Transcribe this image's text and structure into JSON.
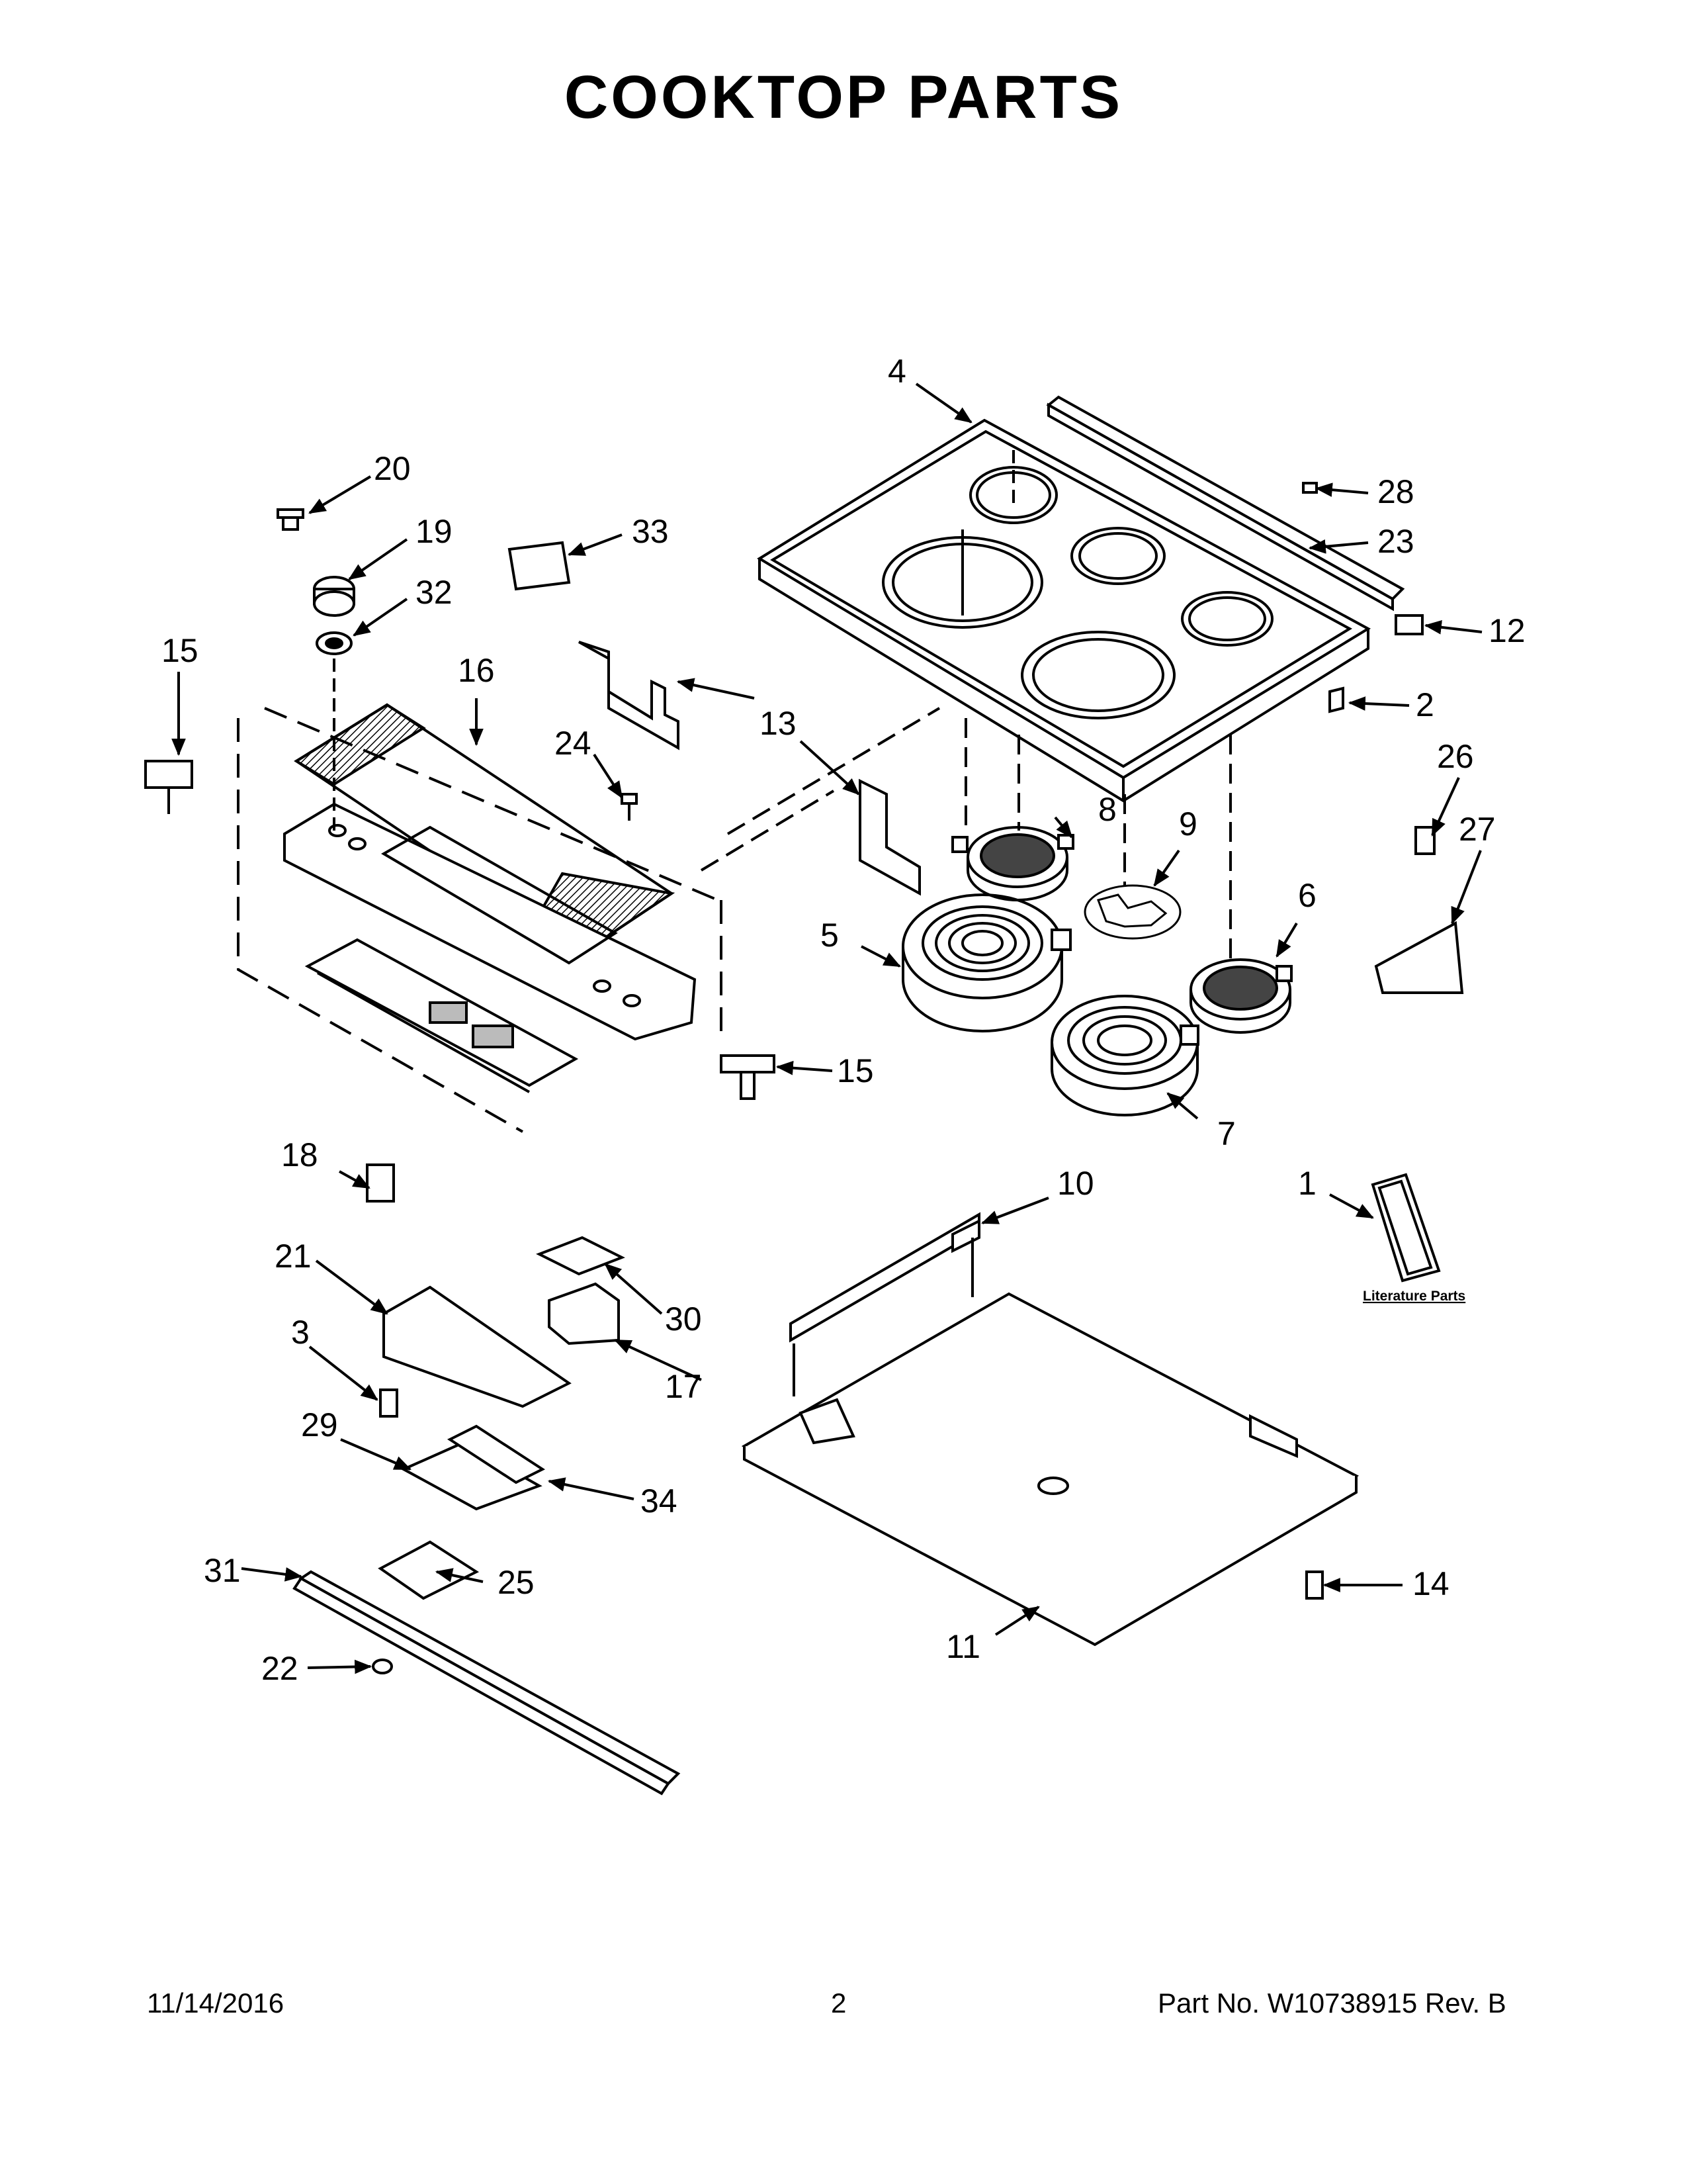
{
  "page": {
    "title": "COOKTOP  PARTS",
    "footer": {
      "date": "11/14/2016",
      "page_number": "2",
      "part_number": "Part No.  W10738915  Rev.  B"
    }
  },
  "literature": {
    "label": "Literature Parts"
  },
  "callouts": {
    "c1": "1",
    "c2": "2",
    "c3": "3",
    "c4": "4",
    "c5": "5",
    "c6": "6",
    "c7": "7",
    "c8": "8",
    "c9": "9",
    "c10": "10",
    "c11": "11",
    "c12": "12",
    "c13": "13",
    "c14": "14",
    "c15a": "15",
    "c15b": "15",
    "c16": "16",
    "c17": "17",
    "c18": "18",
    "c19": "19",
    "c20": "20",
    "c21": "21",
    "c22": "22",
    "c23": "23",
    "c24": "24",
    "c25": "25",
    "c26": "26",
    "c27": "27",
    "c28": "28",
    "c29": "29",
    "c30": "30",
    "c31": "31",
    "c32": "32",
    "c33": "33",
    "c34": "34"
  }
}
